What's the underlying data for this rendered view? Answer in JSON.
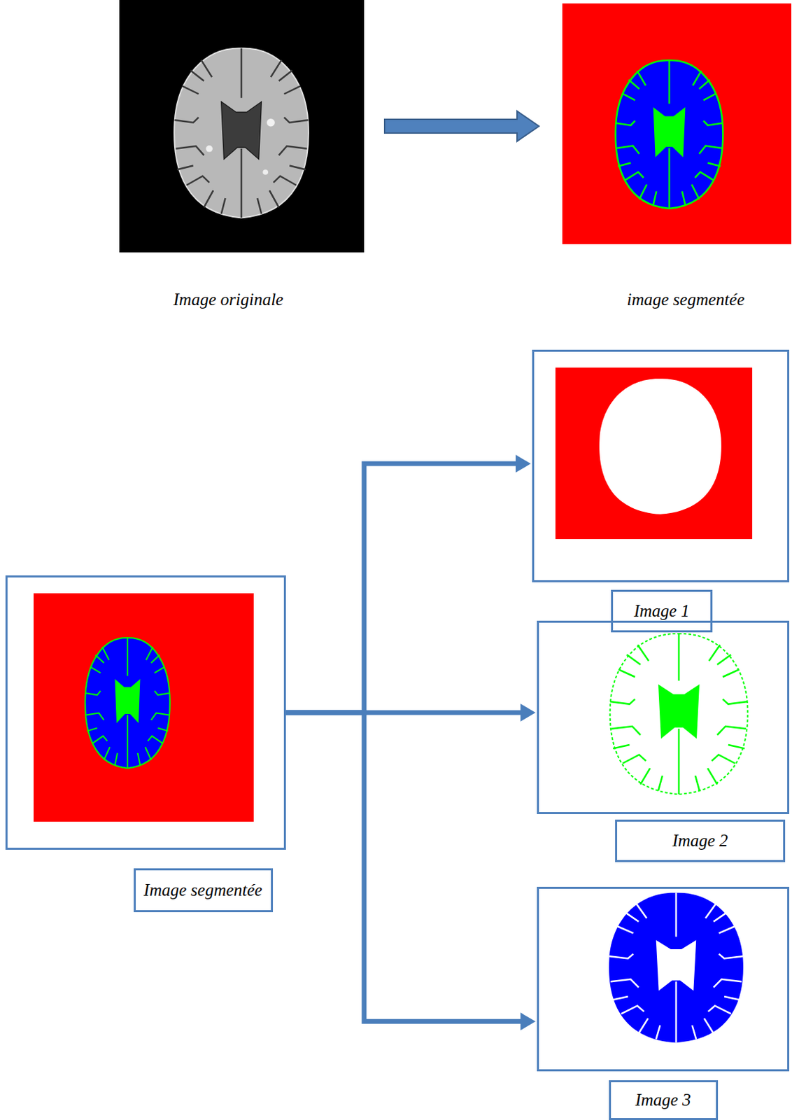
{
  "diagram": {
    "nodes": [
      {
        "text": [
          "Image originale"
        ]
      },
      {
        "text": [
          "image segmentée"
        ]
      },
      {
        "text": [
          "Image segmentée"
        ]
      },
      {
        "text": [
          "Image 1"
        ]
      },
      {
        "text": [
          "Image 2"
        ]
      },
      {
        "text": [
          "Image 3"
        ]
      }
    ],
    "edges": [
      {
        "from": 0,
        "to": 1,
        "arrow": "to"
      },
      {
        "from": 2,
        "to": 3,
        "arrow": "to"
      },
      {
        "from": 2,
        "to": 4,
        "arrow": "to"
      },
      {
        "from": 2,
        "to": 5,
        "arrow": "to"
      }
    ]
  }
}
